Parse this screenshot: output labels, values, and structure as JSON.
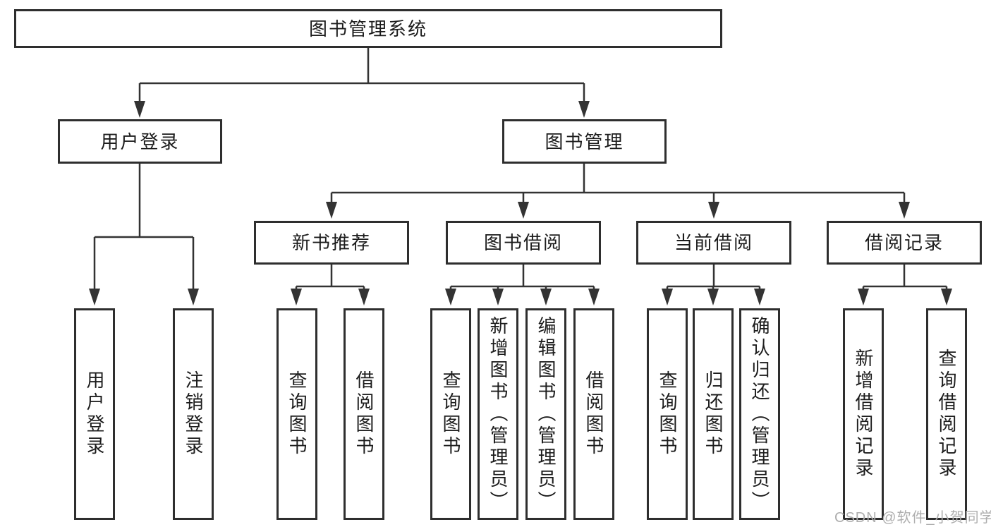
{
  "diagram": {
    "nodes": {
      "root": "图书管理系统",
      "user_login": "用户登录",
      "book_management": "图书管理",
      "new_book_recommend": "新书推荐",
      "book_borrowing": "图书借阅",
      "current_borrowing": "当前借阅",
      "borrowing_records": "借阅记录"
    },
    "leaves": {
      "user_login": [
        "用户登录",
        "注销登录"
      ],
      "new_books": [
        "查询图书",
        "借阅图书"
      ],
      "book_borrow": [
        "查询图书",
        "新增图书（管理员）",
        "编辑图书（管理员）",
        "借阅图书"
      ],
      "current_borrow": [
        "查询图书",
        "归还图书",
        "确认归还（管理员）"
      ],
      "borrow_records": [
        "新增借阅记录",
        "查询借阅记录"
      ]
    },
    "watermark": "CSDN @软件_小贺同学",
    "colors": {
      "line": "#333333",
      "border": "#2e2e2e",
      "text": "#1c1c1c",
      "watermark": "#aeaeae",
      "background": "#ffffff"
    }
  }
}
